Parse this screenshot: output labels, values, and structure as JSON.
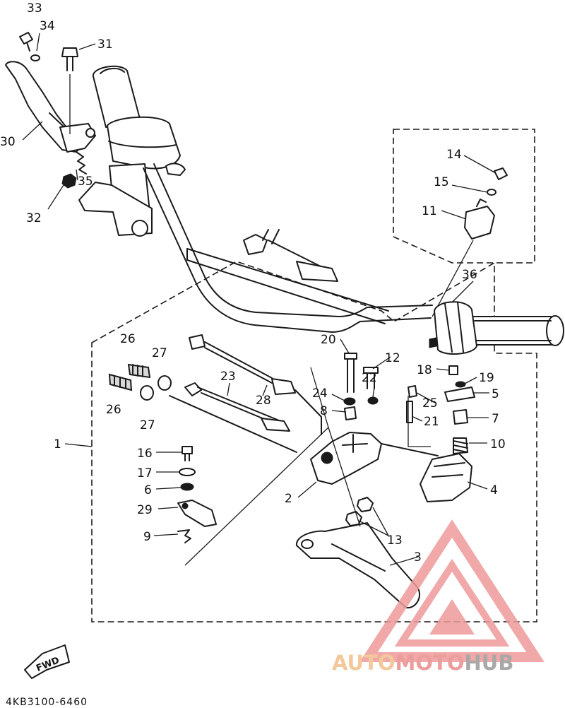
{
  "diagram": {
    "part_code": "4KB3100-6460",
    "direction_label": "FWD",
    "callouts": [
      "33",
      "34",
      "31",
      "30",
      "35",
      "32",
      "14",
      "15",
      "11",
      "36",
      "26",
      "27",
      "26",
      "27",
      "20",
      "12",
      "22",
      "18",
      "19",
      "5",
      "25",
      "7",
      "21",
      "10",
      "24",
      "8",
      "23",
      "28",
      "1",
      "16",
      "17",
      "6",
      "29",
      "9",
      "2",
      "4",
      "13",
      "3"
    ]
  },
  "watermark": {
    "part1": "AUTO",
    "part2": "MOTO",
    "part3": "HUB"
  }
}
